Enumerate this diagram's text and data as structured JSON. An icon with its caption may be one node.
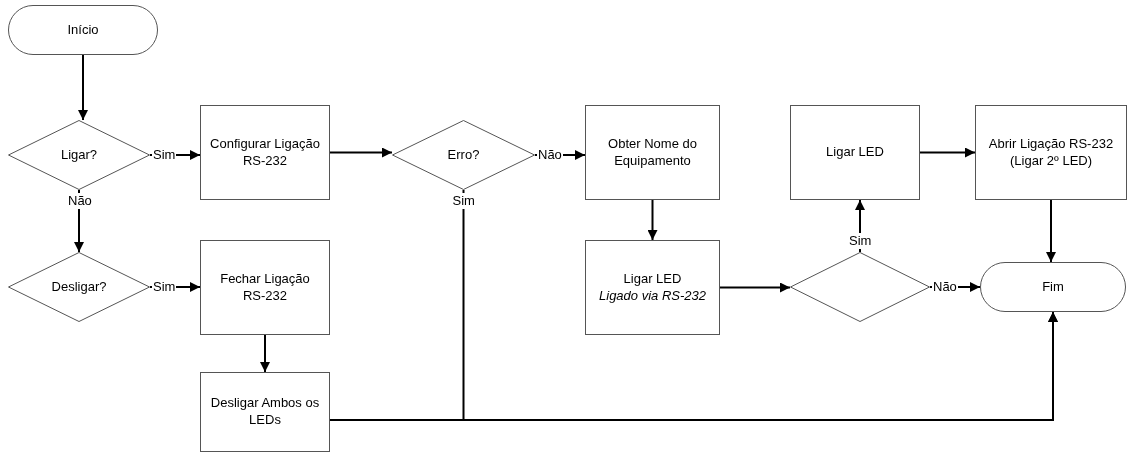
{
  "diagram": {
    "nodes": [
      {
        "text": [
          "Início"
        ]
      },
      {
        "text": [
          "Ligar?"
        ]
      },
      {
        "text": [
          "Configurar Ligação RS-232"
        ]
      },
      {
        "text": [
          "Erro?"
        ]
      },
      {
        "text": [
          "Obter Nome do Equipamento"
        ]
      },
      {
        "text": [
          "Ligar LED"
        ]
      },
      {
        "text": [
          "Abrir Ligação RS-232",
          "(Ligar 2º LED)"
        ]
      },
      {
        "text": [
          "Desligar?"
        ]
      },
      {
        "text": [
          "Fechar Ligação RS-232"
        ]
      },
      {
        "text": [
          "Ligar LED",
          "Ligado via RS-232"
        ]
      },
      {
        "text": [],
        "shape": "diamond"
      },
      {
        "text": [
          "Fim"
        ]
      },
      {
        "text": [
          "Desligar Ambos os LEDs"
        ]
      }
    ],
    "edges": [
      {
        "from": 0,
        "to": 1,
        "arrow": "to"
      },
      {
        "from": 1,
        "to": 2,
        "arrow": "to",
        "label": "Sim"
      },
      {
        "from": 1,
        "to": 7,
        "arrow": "to",
        "label": "Não"
      },
      {
        "from": 2,
        "to": 3,
        "arrow": "to"
      },
      {
        "from": 3,
        "to": 4,
        "arrow": "to",
        "label": "Não"
      },
      {
        "from": 3,
        "to": 11,
        "arrow": "to",
        "label": "Sim"
      },
      {
        "from": 7,
        "to": 8,
        "arrow": "to",
        "label": "Sim"
      },
      {
        "from": 8,
        "to": 12,
        "arrow": "to"
      },
      {
        "from": 12,
        "to": 11,
        "arrow": "to"
      },
      {
        "from": 4,
        "to": 9,
        "arrow": "to"
      },
      {
        "from": 9,
        "to": 10,
        "arrow": "to"
      },
      {
        "from": 10,
        "to": 5,
        "arrow": "to",
        "label": "Sim"
      },
      {
        "from": 10,
        "to": 11,
        "arrow": "to",
        "label": "Não"
      },
      {
        "from": 5,
        "to": 6,
        "arrow": "to"
      },
      {
        "from": 6,
        "to": 11,
        "arrow": "to"
      }
    ]
  }
}
